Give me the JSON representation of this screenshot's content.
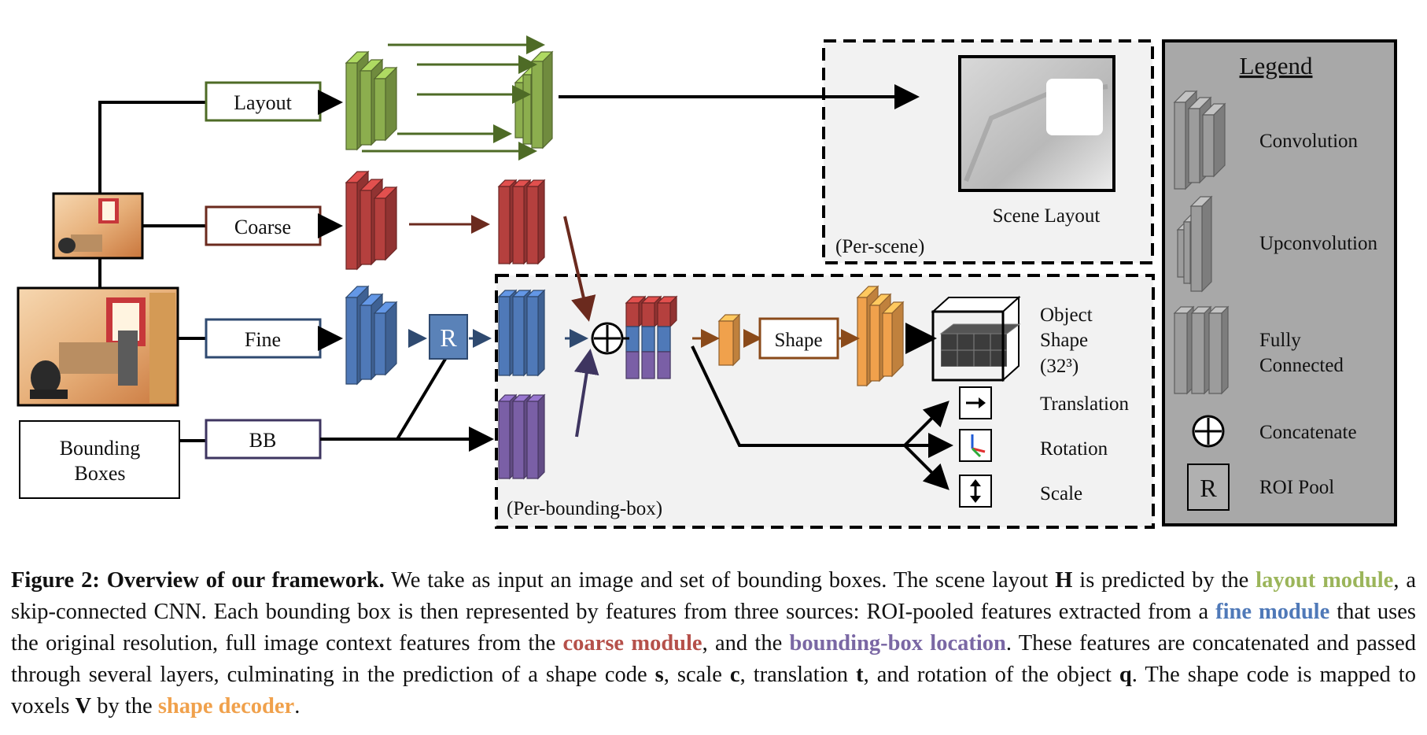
{
  "diagram": {
    "modules": {
      "layout": "Layout",
      "coarse": "Coarse",
      "fine": "Fine",
      "bb": "BB",
      "roi": "R",
      "shape": "Shape"
    },
    "input_label_line1": "Bounding",
    "input_label_line2": "Boxes",
    "scene_layout_label": "Scene Layout",
    "per_scene_label": "(Per-scene)",
    "per_box_label": "(Per-bounding-box)",
    "outputs": {
      "object_line1": "Object",
      "object_line2": "Shape",
      "object_line3": "(32³)",
      "translation": "Translation",
      "rotation": "Rotation",
      "scale": "Scale"
    },
    "legend": {
      "title": "Legend",
      "convolution": "Convolution",
      "upconvolution": "Upconvolution",
      "fully_connected_line1": "Fully",
      "fully_connected_line2": "Connected",
      "concatenate": "Concatenate",
      "roi_pool": "ROI Pool",
      "roi_symbol": "R"
    }
  },
  "colors": {
    "layout": "#8CAE4E",
    "coarse": "#B5403E",
    "fine": "#4F79B8",
    "bb": "#7A5FA6",
    "shape": "#F0A14C",
    "legend_bg": "#A8A8A8",
    "panel_bg": "#F2F2F2"
  },
  "caption": {
    "label": "Figure 2:",
    "heading": "Overview of our framework.",
    "s1": " We take as input an image and set of bounding boxes.  The scene layout ",
    "H": "H",
    "s2": " is predicted by the ",
    "layout_module": "layout module",
    "s3": ", a skip-connected CNN. Each bounding box is then represented by features from three sources: ROI-pooled features extracted from a ",
    "fine_module": "fine module",
    "s4": " that uses the original resolution, full image context features from the ",
    "coarse_module": "coarse module",
    "s5": ", and the ",
    "bb_location": "bounding-box location",
    "s6": ".  These features are concatenated and passed through several layers, culminating in the prediction of a shape code ",
    "s_var": "s",
    "s7": ", scale ",
    "c_var": "c",
    "s8": ", translation ",
    "t_var": "t",
    "s9": ", and rotation of the object ",
    "q_var": "q",
    "s10": ". The shape code is mapped to voxels ",
    "V_var": "V",
    "s11": " by the ",
    "shape_decoder": "shape decoder",
    "s12": "."
  }
}
